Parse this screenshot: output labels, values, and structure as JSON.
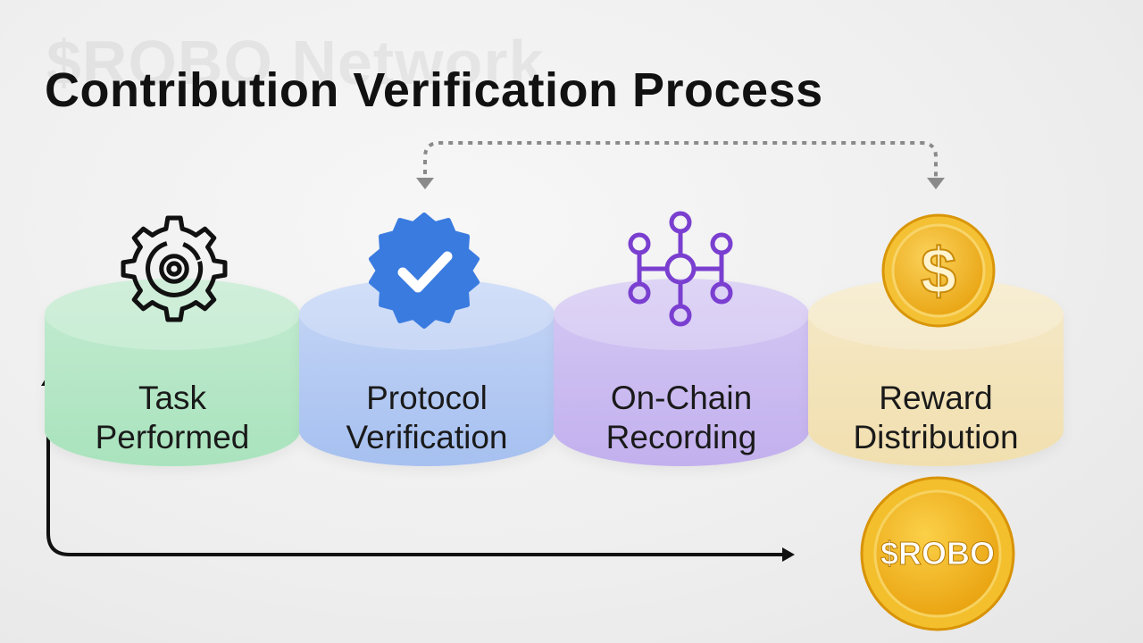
{
  "watermark": "$ROBO Network",
  "title": "Contribution Verification Process",
  "steps": [
    {
      "line1": "Task",
      "line2": "Performed",
      "icon": "gear-icon"
    },
    {
      "line1": "Protocol",
      "line2": "Verification",
      "icon": "verified-badge-icon"
    },
    {
      "line1": "On-Chain",
      "line2": "Recording",
      "icon": "network-node-icon"
    },
    {
      "line1": "Reward",
      "line2": "Distribution",
      "icon": "dollar-coin-icon"
    }
  ],
  "coin": {
    "dollar": "$",
    "token": "$ROBO"
  },
  "colors": {
    "green": "#a9e3bd",
    "blue": "#a6c0f0",
    "purple": "#c2b0ee",
    "gold": "#f1dfaf",
    "badge": "#3a7be0",
    "network": "#7a3fd0",
    "coin": "#f0b41e"
  }
}
